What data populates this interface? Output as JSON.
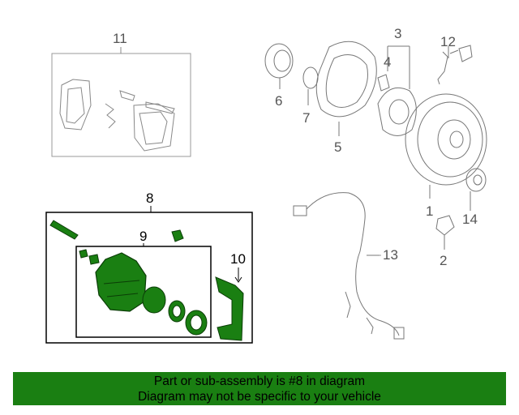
{
  "callouts": {
    "c1": "1",
    "c2": "2",
    "c3": "3",
    "c4": "4",
    "c5": "5",
    "c6": "6",
    "c7": "7",
    "c8": "8",
    "c9": "9",
    "c10": "10",
    "c11": "11",
    "c12": "12",
    "c13": "13",
    "c14": "14"
  },
  "banner": {
    "line1": "Part or sub-assembly is #8 in diagram",
    "line2": "Diagram may not be specific to your vehicle"
  },
  "colors": {
    "highlight": "#1a7f12",
    "line_art": "#777777",
    "box_border": "#000000"
  }
}
